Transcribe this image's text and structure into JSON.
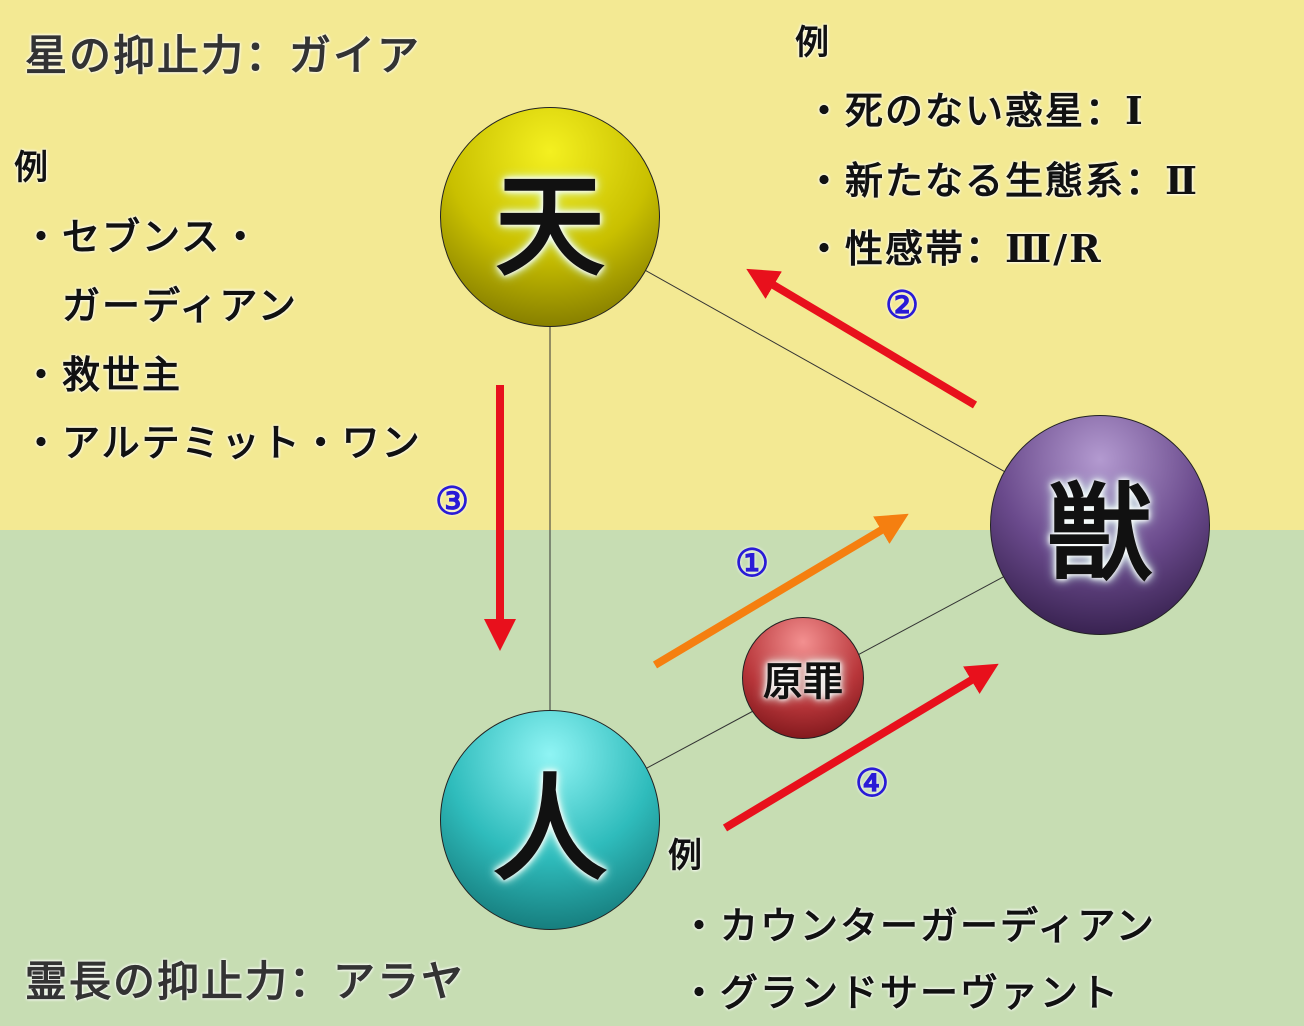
{
  "top_title": "星の抑止力：ガイア",
  "bottom_title": "霊長の抑止力：アラヤ",
  "left_examples": {
    "header": "例",
    "items": [
      "・セブンス・",
      "　ガーディアン",
      "・救世主",
      "・アルテミット・ワン"
    ]
  },
  "right_examples": {
    "header": "例",
    "items": [
      "・死のない惑星：Ⅰ",
      "・新たなる生態系：Ⅱ",
      "・性感帯：Ⅲ/R"
    ]
  },
  "bottom_examples": {
    "header": "例",
    "items": [
      "・カウンターガーディアン",
      "・グランドサーヴァント"
    ]
  },
  "nodes": {
    "heaven": "天",
    "beast": "獣",
    "human": "人",
    "sin": "原罪"
  },
  "arrows": {
    "one": "①",
    "two": "②",
    "three": "③",
    "four": "④"
  },
  "colors": {
    "arrow_red": "#e8101c",
    "arrow_orange": "#f57f10",
    "number_blue": "#2a1bd6"
  }
}
